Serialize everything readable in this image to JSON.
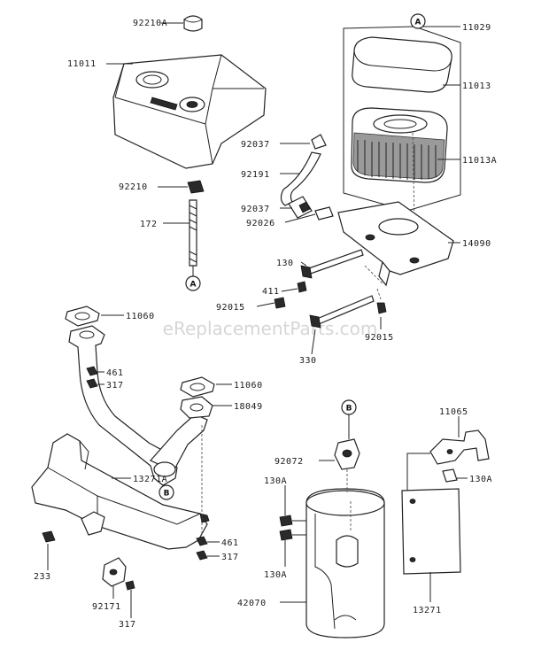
{
  "watermark": "eReplacementParts.com",
  "refs": {
    "a": "A",
    "b": "B"
  },
  "labels": {
    "p92210a": "92210A",
    "p11011": "11011",
    "p11029": "11029",
    "p11013": "11013",
    "p11013a": "11013A",
    "p92037_top": "92037",
    "p92191": "92191",
    "p92210": "92210",
    "p92037_mid": "92037",
    "p92026": "92026",
    "p172": "172",
    "p14090": "14090",
    "p130": "130",
    "p411": "411",
    "p92015_left": "92015",
    "p92015_right": "92015",
    "p330": "330",
    "p11060_top": "11060",
    "p461_top": "461",
    "p317_top": "317",
    "p11060_mid": "11060",
    "p18049": "18049",
    "p13271a": "13271A",
    "p92072": "92072",
    "p130a_tl": "130A",
    "p11065": "11065",
    "p130a_r": "130A",
    "p461_bot": "461",
    "p317_bot": "317",
    "p130a_bl": "130A",
    "p233": "233",
    "p42070": "42070",
    "p92171": "92171",
    "p317_foot": "317",
    "p13271": "13271"
  }
}
